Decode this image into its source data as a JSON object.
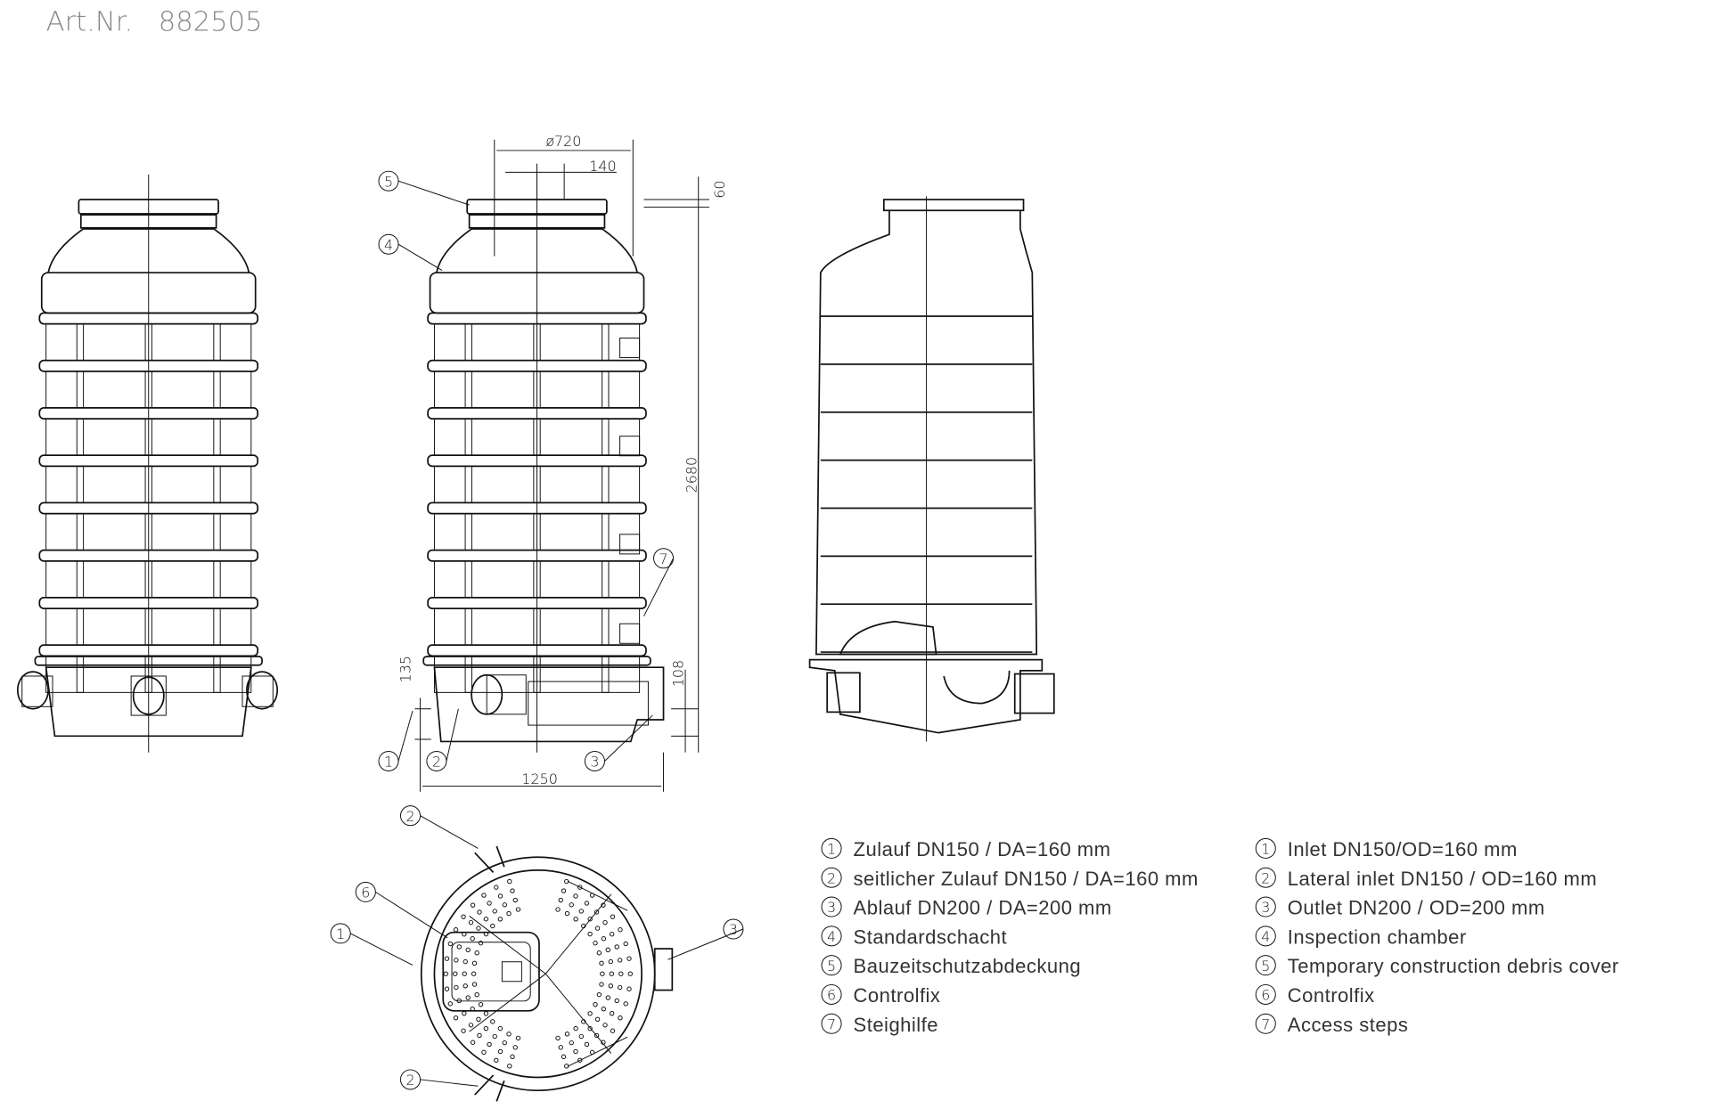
{
  "header": {
    "article_label": "Art.Nr.",
    "article_number": "882505"
  },
  "dimensions": {
    "diameter": "ø720",
    "offset": "140",
    "cover_height": "60",
    "total_height": "2680",
    "inlet_height": "135",
    "outlet_height": "108",
    "width": "1250"
  },
  "callouts": [
    "1",
    "2",
    "3",
    "4",
    "5",
    "6",
    "7"
  ],
  "legend": {
    "german": [
      {
        "num": "1",
        "text": "Zulauf DN150 / DA=160 mm"
      },
      {
        "num": "2",
        "text": "seitlicher Zulauf DN150 / DA=160 mm"
      },
      {
        "num": "3",
        "text": "Ablauf DN200 / DA=200 mm"
      },
      {
        "num": "4",
        "text": "Standardschacht"
      },
      {
        "num": "5",
        "text": "Bauzeitschutzabdeckung"
      },
      {
        "num": "6",
        "text": "Controlfix"
      },
      {
        "num": "7",
        "text": "Steighilfe"
      }
    ],
    "english": [
      {
        "num": "1",
        "text": "Inlet DN150/OD=160 mm"
      },
      {
        "num": "2",
        "text": "Lateral inlet DN150 / OD=160 mm"
      },
      {
        "num": "3",
        "text": "Outlet DN200 / OD=200 mm"
      },
      {
        "num": "4",
        "text": "Inspection chamber"
      },
      {
        "num": "5",
        "text": "Temporary construction debris cover"
      },
      {
        "num": "6",
        "text": "Controlfix"
      },
      {
        "num": "7",
        "text": "Access steps"
      }
    ]
  }
}
